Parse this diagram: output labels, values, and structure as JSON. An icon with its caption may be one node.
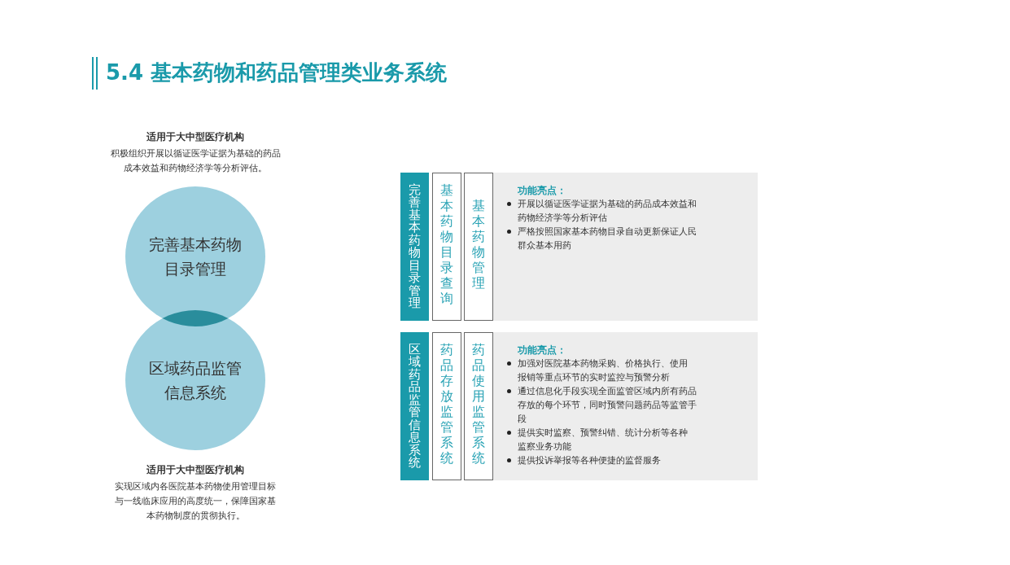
{
  "diagram": {
    "title": "5.4 基本药物和药品管理类业务系统",
    "nodes": [
      {
        "text": [
          "完善基本药物目录管理"
        ],
        "beside": [
          "适用于大中型医疗机构",
          "积极组织开展以循证医学证据为基础的药品成本效益和药物经济学等分析评估。"
        ]
      },
      {
        "text": [
          "区域药品监管信息系统"
        ],
        "beside": [
          "适用于大中型医疗机构",
          "实现区域内各医院基本药物使用管理目标与一线临床应用的高度统一，保障国家基本药物制度的贯彻执行。"
        ]
      },
      {
        "text": [
          "完善基本药物目录管理"
        ]
      },
      {
        "text": [
          "基本药物目录查询"
        ]
      },
      {
        "text": [
          "基本药物管理"
        ]
      },
      {
        "text": [
          "功能亮点：",
          "开展以循证医学证据为基础的药品成本效益和药物经济学等分析评估",
          "严格按照国家基本药物目录自动更新保证人民群众基本用药"
        ]
      },
      {
        "text": [
          "区域药品监管信息系统"
        ]
      },
      {
        "text": [
          "药品存放监管系统"
        ]
      },
      {
        "text": [
          "药品使用监管系统"
        ]
      },
      {
        "text": [
          "功能亮点：",
          "加强对医院基本药物采购、价格执行、使用报销等重点环节的实时监控与预警分析",
          "通过信息化手段实现全面监管区域内所有药品存放的每个环节，同时预警问题药品等监管手段",
          "提供实时监察、预警纠错、统计分析等各种监察业务功能",
          "提供投诉举报等各种便捷的监督服务"
        ]
      }
    ],
    "edges": []
  }
}
